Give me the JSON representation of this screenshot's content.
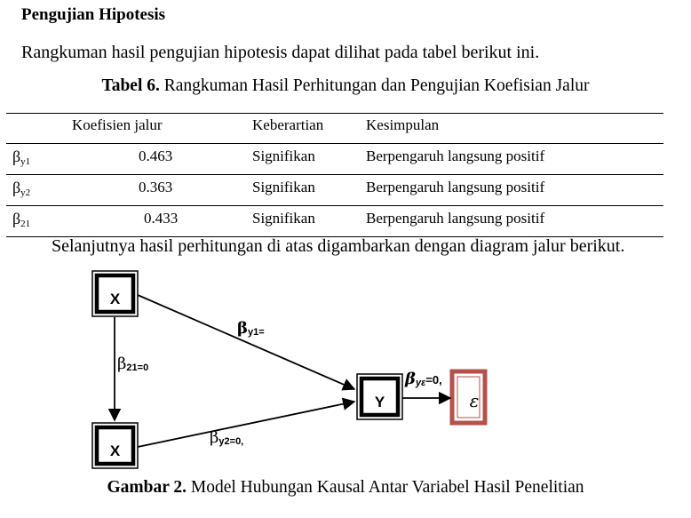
{
  "section": {
    "heading": "Pengujian Hipotesis",
    "intro": "Rangkuman hasil pengujian hipotesis dapat dilihat pada tabel berikut ini."
  },
  "table": {
    "caption_label": "Tabel 6.",
    "caption_text": " Rangkuman Hasil Perhitungan dan Pengujian Koefisian Jalur",
    "headers": [
      "Koefisien jalur",
      "Keberartian",
      "Kesimpulan"
    ],
    "rows": [
      {
        "symbol": "β",
        "sub": "y1",
        "value": "0.463",
        "significance": "Signifikan",
        "conclusion": "Berpengaruh langsung positif"
      },
      {
        "symbol": "β",
        "sub": "y2",
        "value": "0.363",
        "significance": "Signifikan",
        "conclusion": "Berpengaruh langsung positif"
      },
      {
        "symbol": "β",
        "sub": "21",
        "value": "0.433",
        "significance": "Signifikan",
        "conclusion": "Berpengaruh langsung positif"
      }
    ]
  },
  "paragraph2": "Selanjutnya hasil perhitungan di atas digambarkan dengan diagram jalur berikut.",
  "diagram": {
    "nodes": {
      "x1": "X",
      "x2": "X",
      "y": "Y",
      "eps": "ε"
    },
    "paths": {
      "by1": {
        "symbol": "β",
        "sub": "y1=",
        "suffix": ""
      },
      "b21": {
        "symbol": "β",
        "sub": "21=0",
        "suffix": ""
      },
      "by2": {
        "symbol": "β",
        "sub": "y2=0,",
        "suffix": ""
      },
      "bye": {
        "symbol": "β",
        "sub": "yε",
        "suffix": "=0,"
      }
    },
    "colors": {
      "line": "#000000",
      "epsilon_border": "#b5504a"
    }
  },
  "figure": {
    "caption_label": "Gambar 2.",
    "caption_text": " Model Hubungan Kausal Antar Variabel Hasil Penelitian"
  }
}
